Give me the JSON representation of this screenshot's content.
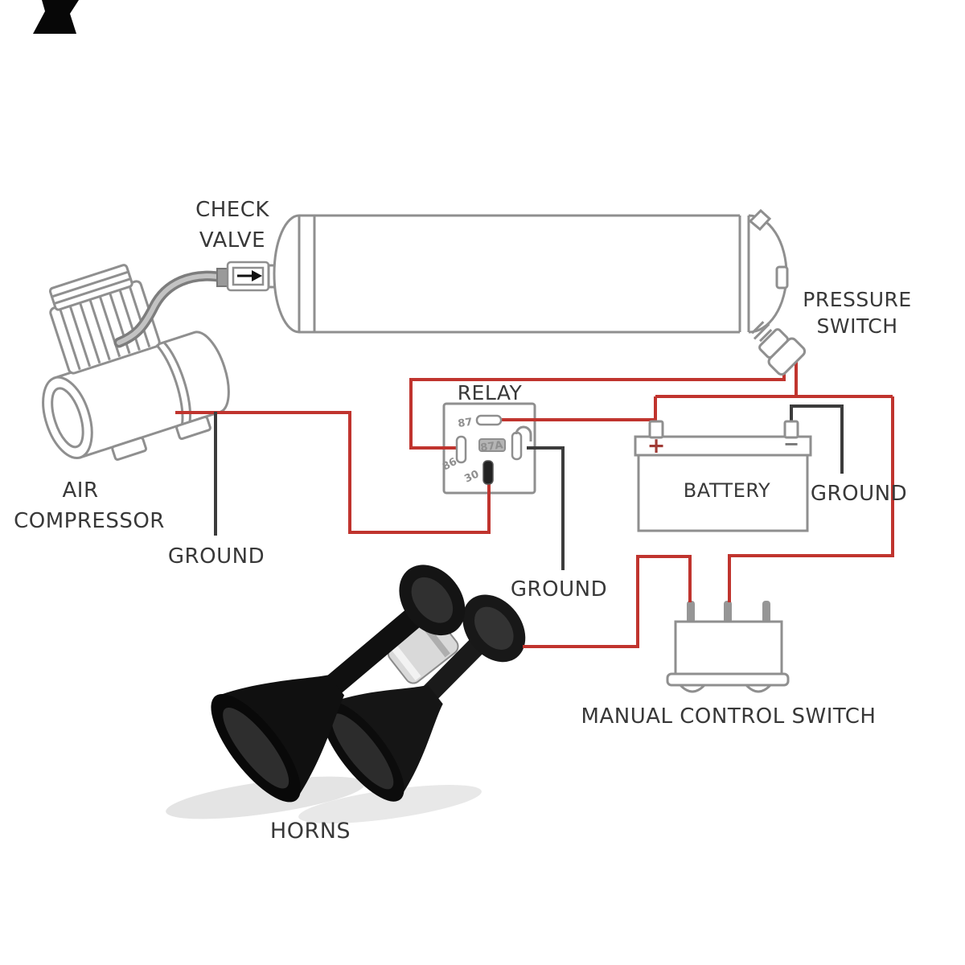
{
  "colors": {
    "power_wire": "#c0342e",
    "ground_wire": "#3c3c3c",
    "outline": "#8f8f8f",
    "label_text": "#383838",
    "battery_plus": "#a03a34",
    "battery_minus": "#757575"
  },
  "components": {
    "check_valve": {
      "label_line1": "CHECK",
      "label_line2": "VALVE"
    },
    "pressure_switch": {
      "label_line1": "PRESSURE",
      "label_line2": "SWITCH"
    },
    "air_compressor": {
      "label_line1": "AIR",
      "label_line2": "COMPRESSOR",
      "ground_label": "GROUND"
    },
    "relay": {
      "label": "RELAY",
      "pin_87": "87",
      "pin_86": "86",
      "pin_87a": "87A",
      "pin_30": "30",
      "ground_label": "GROUND"
    },
    "battery": {
      "label": "BATTERY",
      "plus_symbol": "+",
      "minus_symbol": "−",
      "ground_label": "GROUND"
    },
    "horns": {
      "label": "HORNS"
    },
    "manual_switch": {
      "label": "MANUAL CONTROL SWITCH"
    }
  }
}
